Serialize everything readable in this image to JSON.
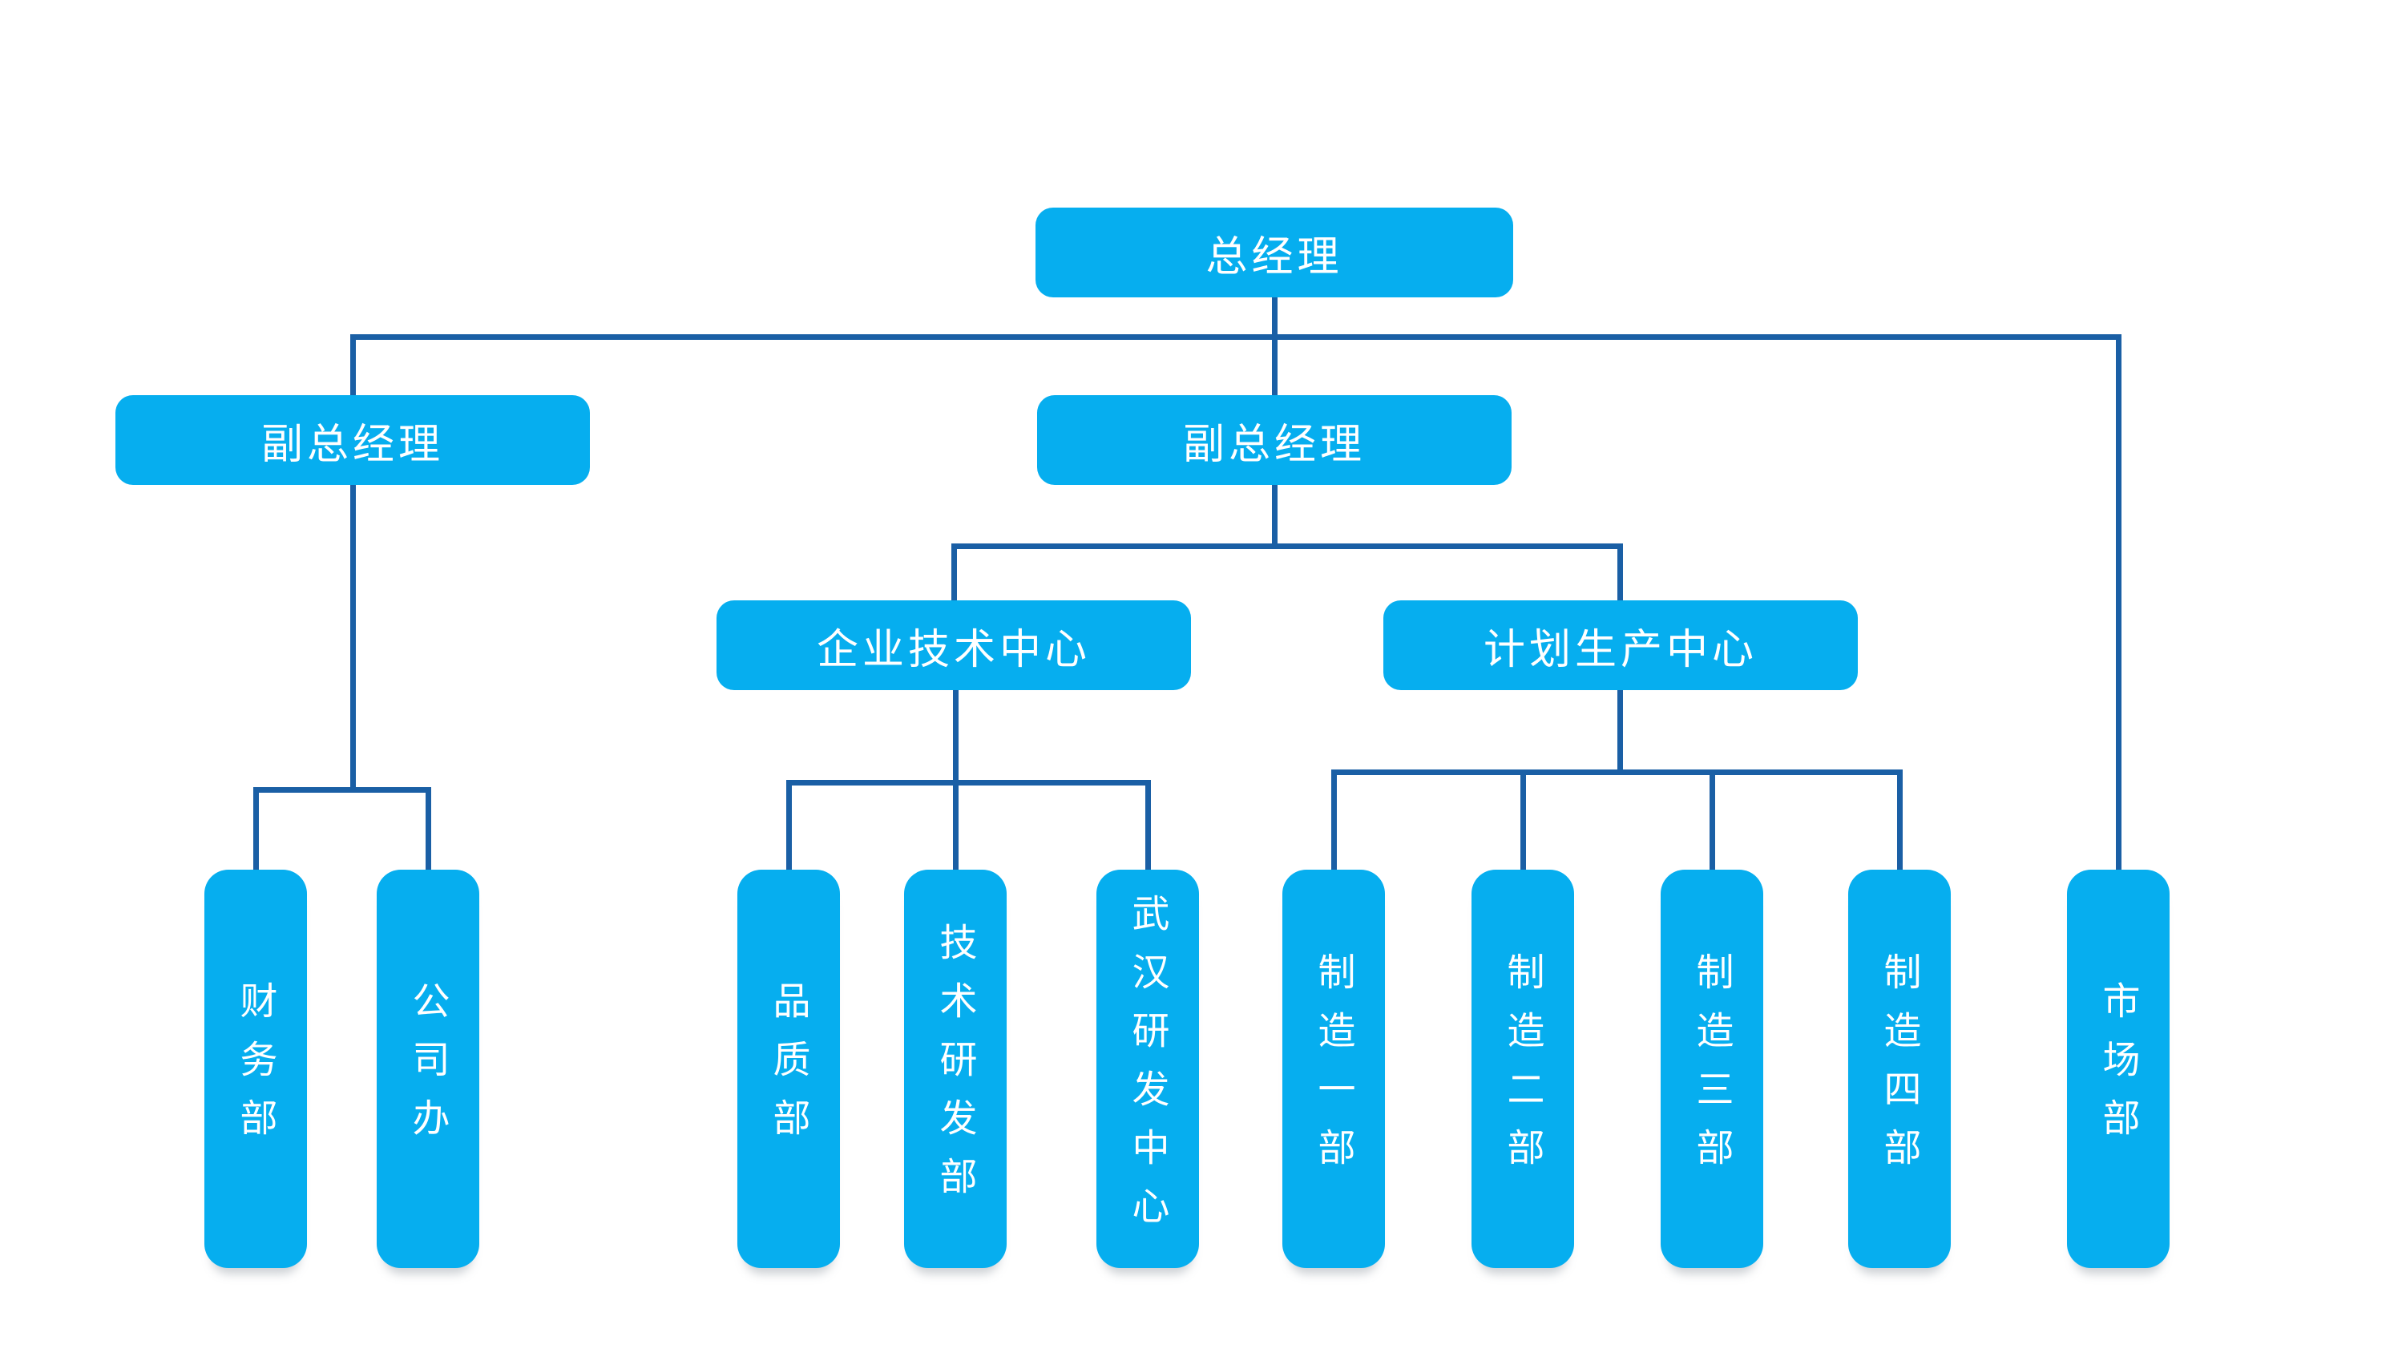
{
  "diagram": {
    "type": "org-chart",
    "colors": {
      "background": "#ffffff",
      "node_fill": "#06aeef",
      "node_text": "#ffffff",
      "connector": "#1a5fa5"
    },
    "nodes": [
      {
        "id": "general-manager",
        "label": "总经理",
        "level": 1
      },
      {
        "id": "deputy-gm-left",
        "label": "副总经理",
        "level": 2
      },
      {
        "id": "deputy-gm-right",
        "label": "副总经理",
        "level": 2
      },
      {
        "id": "enterprise-tech-center",
        "label": "企业技术中心",
        "level": 3
      },
      {
        "id": "planning-production-center",
        "label": "计划生产中心",
        "level": 3
      },
      {
        "id": "finance-dept",
        "label": "财务部",
        "level": 4
      },
      {
        "id": "company-office",
        "label": "公司办",
        "level": 4
      },
      {
        "id": "quality-dept",
        "label": "品质部",
        "level": 4
      },
      {
        "id": "tech-rd-dept",
        "label": "技术研发部",
        "level": 4
      },
      {
        "id": "wuhan-rd-center",
        "label": "武汉研发中心",
        "level": 4
      },
      {
        "id": "manufacturing-dept-1",
        "label": "制造一部",
        "level": 4
      },
      {
        "id": "manufacturing-dept-2",
        "label": "制造二部",
        "level": 4
      },
      {
        "id": "manufacturing-dept-3",
        "label": "制造三部",
        "level": 4
      },
      {
        "id": "manufacturing-dept-4",
        "label": "制造四部",
        "level": 4
      },
      {
        "id": "marketing-dept",
        "label": "市场部",
        "level": 4
      }
    ],
    "edges": [
      {
        "from": "general-manager",
        "to": "deputy-gm-left"
      },
      {
        "from": "general-manager",
        "to": "deputy-gm-right"
      },
      {
        "from": "general-manager",
        "to": "marketing-dept"
      },
      {
        "from": "deputy-gm-left",
        "to": "finance-dept"
      },
      {
        "from": "deputy-gm-left",
        "to": "company-office"
      },
      {
        "from": "deputy-gm-right",
        "to": "enterprise-tech-center"
      },
      {
        "from": "deputy-gm-right",
        "to": "planning-production-center"
      },
      {
        "from": "enterprise-tech-center",
        "to": "quality-dept"
      },
      {
        "from": "enterprise-tech-center",
        "to": "tech-rd-dept"
      },
      {
        "from": "enterprise-tech-center",
        "to": "wuhan-rd-center"
      },
      {
        "from": "planning-production-center",
        "to": "manufacturing-dept-1"
      },
      {
        "from": "planning-production-center",
        "to": "manufacturing-dept-2"
      },
      {
        "from": "planning-production-center",
        "to": "manufacturing-dept-3"
      },
      {
        "from": "planning-production-center",
        "to": "manufacturing-dept-4"
      }
    ]
  }
}
